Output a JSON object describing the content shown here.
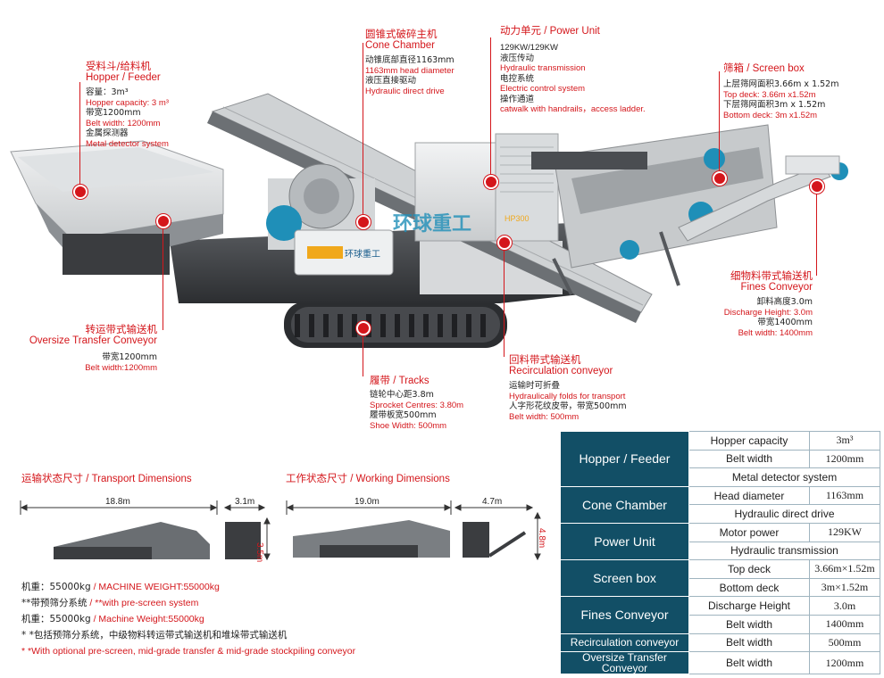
{
  "callouts": {
    "hopper": {
      "zh": "受料斗/给料机",
      "en": "Hopper / Feeder",
      "l1": "容量：3m³",
      "l2": "Hopper capacity: 3 m³",
      "l3": "带宽1200mm",
      "l4": "Belt width: 1200mm",
      "l5": "金属探测器",
      "l6": "Metal detector system"
    },
    "cone": {
      "zh": "圆锥式破碎主机",
      "en": "Cone Chamber",
      "l1": "动锥底部直径1163mm",
      "l2": "1163mm head diameter",
      "l3": "液压直接驱动",
      "l4": "Hydraulic direct drive"
    },
    "power": {
      "zh": "动力单元",
      "en": "/ Power Unit",
      "l1": "129KW/129KW",
      "l2": "液压传动",
      "l3": "Hydraulic transmission",
      "l4": "电控系统",
      "l5": "Electric control system",
      "l6": "操作通道",
      "l7": "catwalk with handrails，access ladder."
    },
    "screen": {
      "zh": "筛箱",
      "en": "/ Screen box",
      "l1": "上层筛网面积3.66m x 1.52m",
      "l2": "Top deck: 3.66m x1.52m",
      "l3": "下层筛网面积3m x 1.52m",
      "l4": "Bottom deck: 3m x1.52m"
    },
    "fines": {
      "zh": "细物料带式输送机",
      "en": "Fines Conveyor",
      "l1": "卸料高度3.0m",
      "l2": "Discharge Height: 3.0m",
      "l3": "带宽1400mm",
      "l4": "Belt width: 1400mm"
    },
    "oversize": {
      "zh": "转运带式输送机",
      "en": "Oversize Transfer Conveyor",
      "l1": "带宽1200mm",
      "l2": "Belt width:1200mm"
    },
    "tracks": {
      "zh": "履带",
      "en": "/ Tracks",
      "l1": "链轮中心距3.8m",
      "l2": "Sprocket Centres: 3.80m",
      "l3": "履带板宽500mm",
      "l4": "Shoe Width: 500mm"
    },
    "recirc": {
      "zh": "回料带式输送机",
      "en": "Recirculation conveyor",
      "l1": "运输时可折叠",
      "l2": "Hydraulically folds for transport",
      "l3": "人字形花纹皮带，带宽500mm",
      "l4": "Belt width: 500mm"
    }
  },
  "machine": {
    "brand": "环球重工",
    "model": "HP300",
    "watermark": "环球重工"
  },
  "transport": {
    "zh": "运输状态尺寸",
    "en": " / Transport Dimensions",
    "length": "18.8m",
    "width": "3.1m",
    "height": "3.5m"
  },
  "working": {
    "zh": "工作状态尺寸",
    "en": " / Working Dimensions",
    "length": "19.0m",
    "width": "4.7m",
    "height": "4.8m"
  },
  "notes": {
    "n1_zh": "机重：55000kg",
    "n1_en": " / MACHINE WEIGHT:55000kg",
    "n2_zh": "**带预筛分系统",
    "n2_en": " / **with pre-screen system",
    "n3_zh": "机重：55000kg",
    "n3_en": " / Machine Weight:55000kg",
    "n4_zh": "* *包括预筛分系统，中级物料转运带式输送机和堆垛带式输送机",
    "n5_en": "* *With optional pre-screen, mid-grade transfer & mid-grade stockpiling conveyor"
  },
  "specs": {
    "hopper": {
      "cat": "Hopper / Feeder",
      "r1_label": "Hopper capacity",
      "r1_value": "3m³",
      "r2_label": "Belt width",
      "r2_value": "1200mm",
      "r3": "Metal detector system"
    },
    "cone": {
      "cat": "Cone Chamber",
      "r1_label": "Head diameter",
      "r1_value": "1163mm",
      "r2": "Hydraulic direct drive"
    },
    "power": {
      "cat": "Power Unit",
      "r1_label": "Motor power",
      "r1_value": "129KW",
      "r2": "Hydraulic transmission"
    },
    "screen": {
      "cat": "Screen box",
      "r1_label": "Top deck",
      "r1_value": "3.66m×1.52m",
      "r2_label": "Bottom deck",
      "r2_value": "3m×1.52m"
    },
    "fines": {
      "cat": "Fines Conveyor",
      "r1_label": "Discharge Height",
      "r1_value": "3.0m",
      "r2_label": "Belt width",
      "r2_value": "1400mm"
    },
    "recirc": {
      "cat": "Recirculation conveyor",
      "r1_label": "Belt width",
      "r1_value": "500mm"
    },
    "oversize": {
      "cat": "Oversize Transfer Conveyor",
      "r1_label": "Belt width",
      "r1_value": "1200mm"
    }
  },
  "colors": {
    "accent": "#d4161b",
    "table_header": "#124f66",
    "machine_body": "#e9ebec",
    "machine_dark": "#3b3d40",
    "motor_blue": "#1f8fb8"
  }
}
